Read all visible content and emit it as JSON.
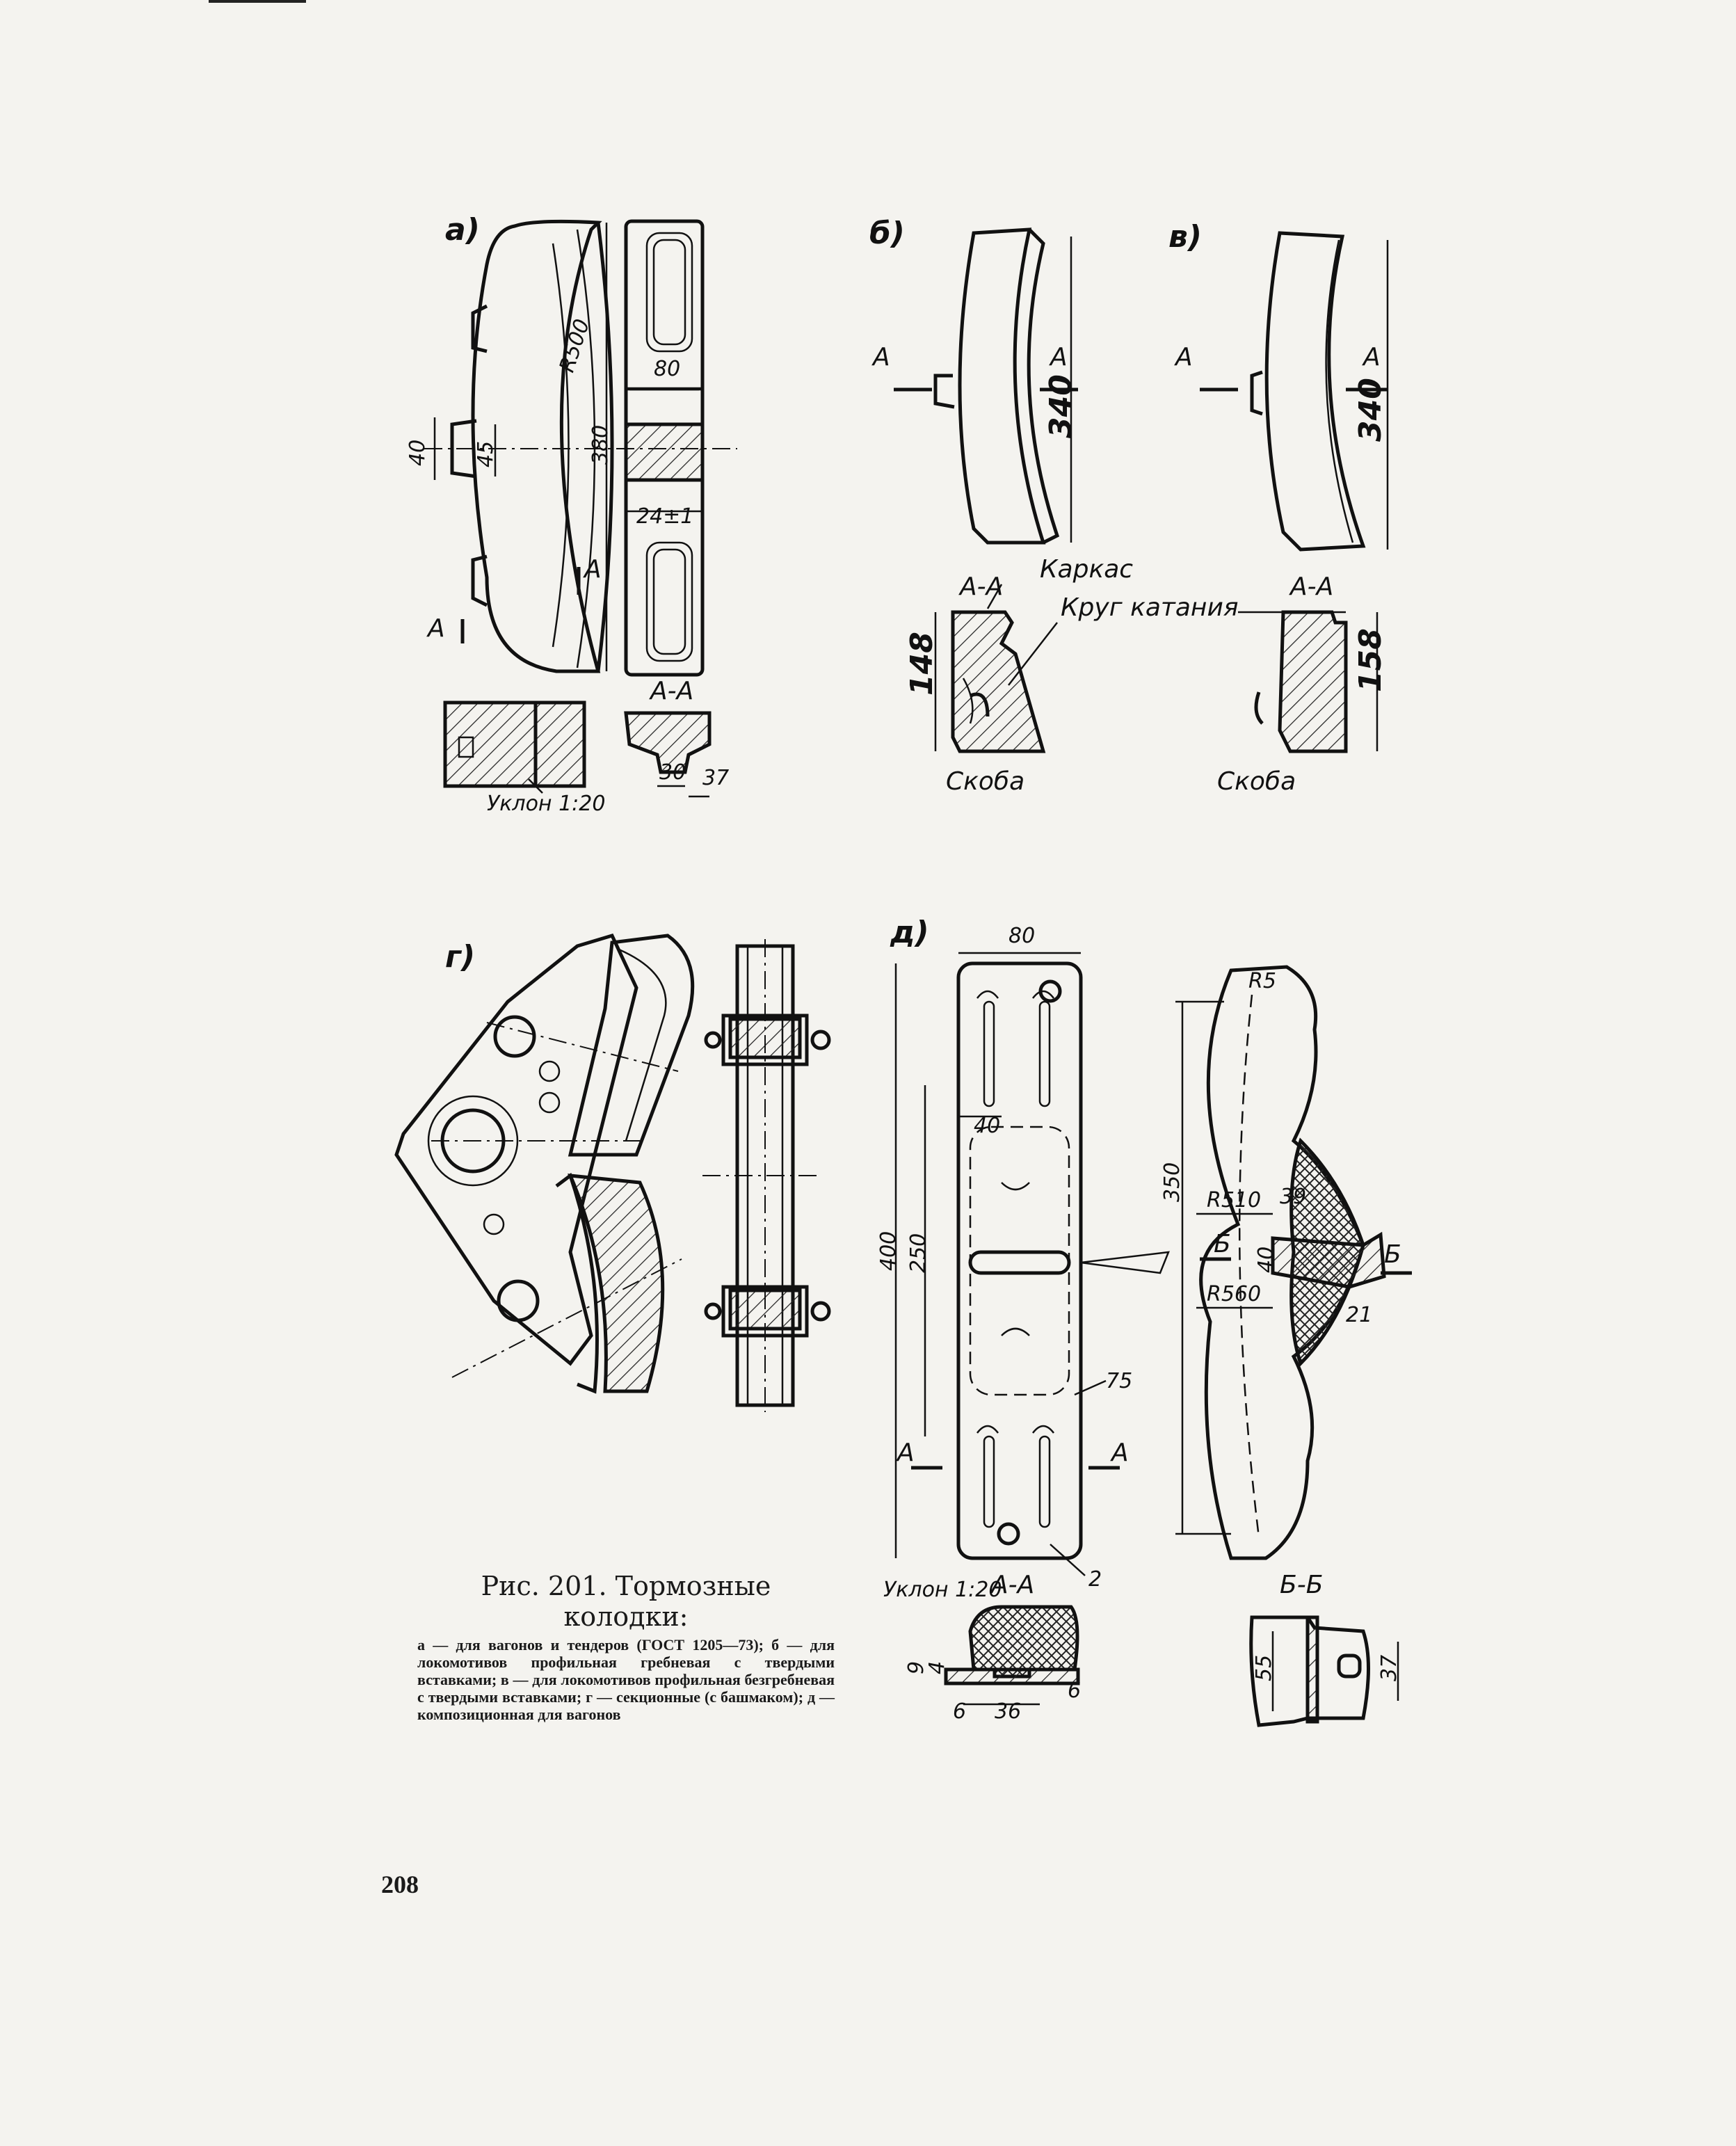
{
  "caption": {
    "title": "Рис. 201. Тормозные колодки:",
    "text": "а — для вагонов и тендеров (ГОСТ 1205—73); б — для локомотивов профильная гребневая с твердыми вставками; в — для локомотивов профильная безгребневая с твердыми вставками; г — секционные (с башмаком); д — композиционная для вагонов"
  },
  "page_number": "208",
  "figures": {
    "a": {
      "label": "а)",
      "radius": "R500",
      "width": "80",
      "height": "380",
      "lug": "40",
      "lug_inner": "45",
      "slot": "24±1",
      "section_mark": "А",
      "section_title": "А-А",
      "section_w1": "30",
      "section_w2": "37",
      "taper": "Уклон 1:20"
    },
    "b": {
      "label": "б)",
      "section_mark": "А",
      "height": "340",
      "section_title": "А-А",
      "section_height": "148",
      "frame_label": "Каркас",
      "rolling_circle_label": "Круг катания",
      "bracket_label": "Скоба"
    },
    "v": {
      "label": "в)",
      "section_mark": "А",
      "height": "340",
      "section_title": "А-А",
      "section_height": "158",
      "bracket_label": "Скоба"
    },
    "g": {
      "label": "г)"
    },
    "d": {
      "label": "д)",
      "width": "80",
      "height": "400",
      "inner": "250",
      "slot": "40",
      "pad": "75",
      "mark_2": "2",
      "section_mark_a": "А",
      "side_height": "350",
      "r1": "R510",
      "r2": "R560",
      "r3": "R5",
      "dim_39": "39",
      "dim_40": "40",
      "dim_21": "21",
      "section_mark_b": "Б",
      "taper": "Уклон 1:20",
      "section_a_title": "А-А",
      "sa_9": "9",
      "sa_4": "4",
      "sa_6a": "6",
      "sa_6b": "6",
      "sa_36": "36",
      "section_b_title": "Б-Б",
      "sb_55": "55",
      "sb_37": "37"
    }
  }
}
